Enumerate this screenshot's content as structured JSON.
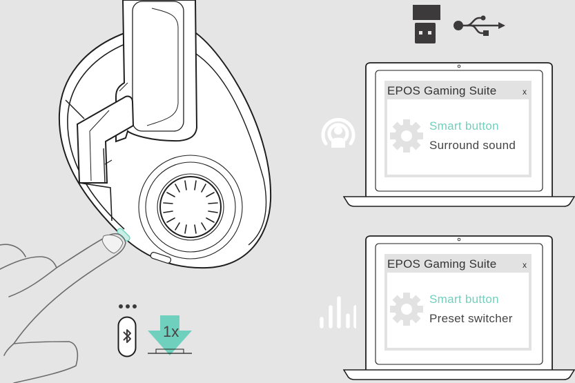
{
  "colors": {
    "background": "#e5e5e5",
    "accent": "#6fd1bd",
    "line": "#1e1e1e",
    "window_frame": "#e2e2e2",
    "gear": "#e2e2e2",
    "icon_dark": "#3d3a3b"
  },
  "connection": {
    "dongle_icon": "usb-dongle-icon",
    "usb_icon": "usb-symbol-icon"
  },
  "laptops": [
    {
      "side_icon": "surround-sound-broadcast-icon",
      "window": {
        "title": "EPOS Gaming Suite",
        "close_label": "x",
        "setting_label": "Smart button",
        "setting_value": "Surround sound",
        "icon": "gear-icon"
      }
    },
    {
      "side_icon": "equalizer-bars-icon",
      "window": {
        "title": "EPOS Gaming Suite",
        "close_label": "x",
        "setting_label": "Smart button",
        "setting_value": "Preset switcher",
        "icon": "gear-icon"
      }
    }
  ],
  "instruction": {
    "led_dots": "•••",
    "bluetooth_icon": "bluetooth-icon",
    "press_count": "1x",
    "press_icon": "press-arrow-icon"
  }
}
